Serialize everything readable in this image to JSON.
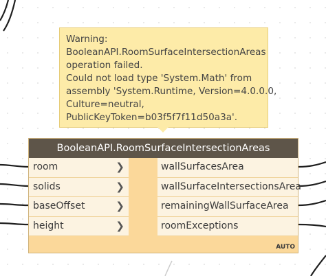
{
  "warning": {
    "line1": "Warning:",
    "line2": "BooleanAPI.RoomSurfaceIntersectionAreas",
    "line3": "operation failed.",
    "line4": "Could not load type 'System.Math' from",
    "line5": "assembly 'System.Runtime, Version=4.0.0.0,",
    "line6": "Culture=neutral,",
    "line7": "PublicKeyToken=b03f5f7f11d50a3a'."
  },
  "node": {
    "title": "BooleanAPI.RoomSurfaceIntersectionAreas",
    "inputs": [
      {
        "label": "room"
      },
      {
        "label": "solids"
      },
      {
        "label": "baseOffset"
      },
      {
        "label": "height"
      }
    ],
    "input_chevron": "❯",
    "outputs": [
      {
        "label": "wallSurfacesArea"
      },
      {
        "label": "wallSurfaceIntersectionsArea"
      },
      {
        "label": "remainingWallSurfaceArea"
      },
      {
        "label": "roomExceptions"
      }
    ],
    "lacing": "AUTO"
  },
  "colors": {
    "header": "#5e5549",
    "node_body": "#fbd89a",
    "port_row": "#fcf3e1",
    "warning_bg": "#fdeba8",
    "wire": "#1f1f1f"
  }
}
